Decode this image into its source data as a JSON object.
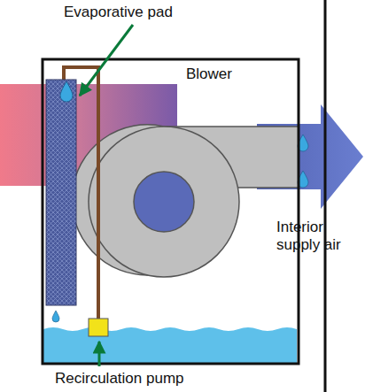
{
  "diagram": {
    "labels": [
      "Evaporative pad",
      "Blower",
      "Interior supply air",
      "Recirculation pump"
    ]
  }
}
